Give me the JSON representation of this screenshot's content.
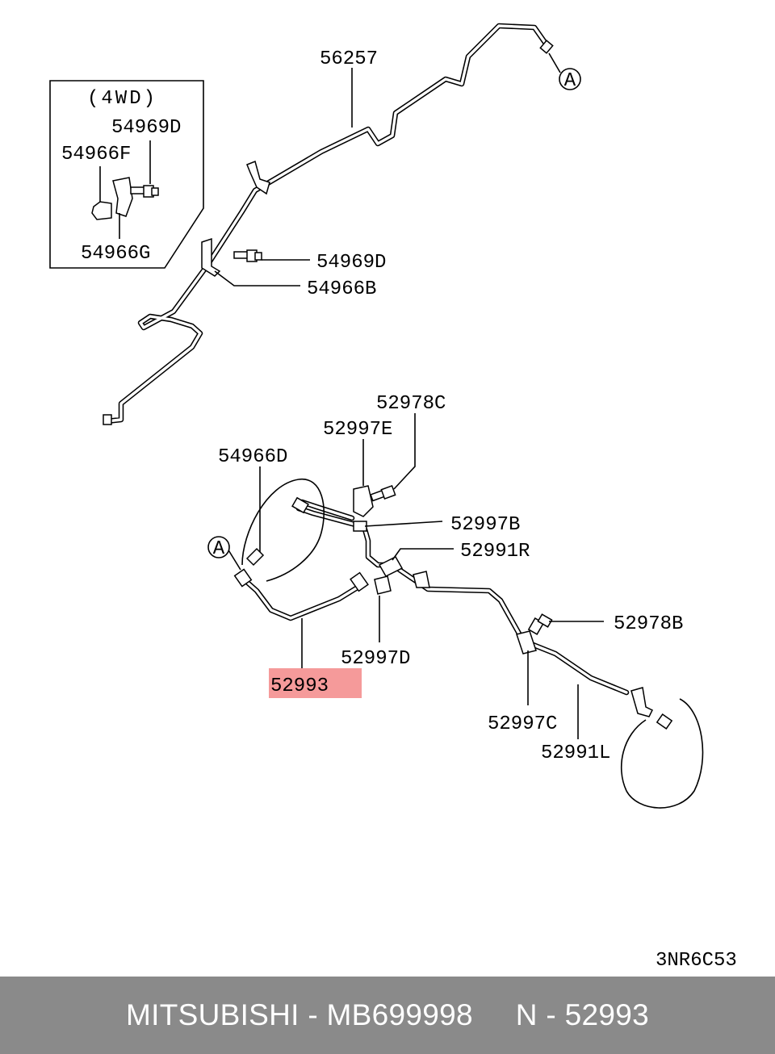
{
  "labels": {
    "p56257": "56257",
    "p4wd": "(4WD)",
    "p54969d_a": "54969D",
    "p54966f": "54966F",
    "p54966g": "54966G",
    "p54969d_b": "54969D",
    "p54966b": "54966B",
    "p52978c": "52978C",
    "p52997e": "52997E",
    "p54966d": "54966D",
    "p52997b": "52997B",
    "p52991r": "52991R",
    "p52997d": "52997D",
    "p52993": "52993",
    "p52978b": "52978B",
    "p52997c": "52997C",
    "p52991l": "52991L",
    "ref_a1": "A",
    "ref_a2": "A",
    "drawing_code": "3NR6C53"
  },
  "highlight": {
    "part": "52993",
    "color": "#f59a9a"
  },
  "footer": {
    "text": "MITSUBISHI - MB699998     N - 52993",
    "background": "#8a8a8a"
  }
}
